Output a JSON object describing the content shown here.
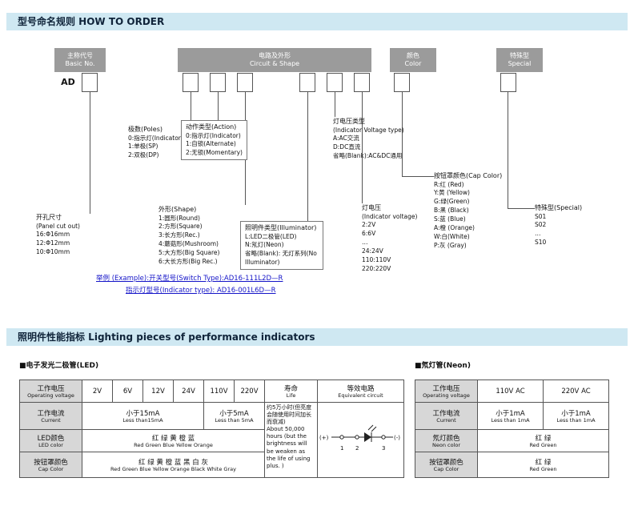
{
  "colors": {
    "header_bar_bg": "#cfe8f2",
    "diagram_box_gray": "#9b9b9b",
    "table_label_bg": "#d7d7d7",
    "example_link_blue": "#1414c8"
  },
  "section1": {
    "title": "型号命名规则  HOW TO ORDER"
  },
  "section2": {
    "title": "照明件性能指标  Lighting pieces of performance indicators"
  },
  "diagram": {
    "basic": {
      "zh": "主称代号",
      "en": "Basic No.",
      "code": "AD"
    },
    "circuit": {
      "zh": "电路及外形",
      "en": "Circuit  & Shape"
    },
    "color": {
      "zh": "颜色",
      "en": "Color"
    },
    "special": {
      "zh": "特殊型",
      "en": "Special"
    },
    "poles": {
      "title": "极数(Poles)",
      "items": [
        "0:指示灯(Indicator)",
        "1:单极(SP)",
        "2:双极(DP)"
      ]
    },
    "action": {
      "title": "动作类型(Action)",
      "items": [
        "0:指示灯(Indicator)",
        "1:自锁(Alternate)",
        "2:无锁(Momentary)"
      ]
    },
    "voltage_type": {
      "title": "灯电压类型",
      "sub": "(Indicator Voltage type)",
      "items": [
        "A:AC交流",
        "D:DC直流",
        "省略(Blank):AC&DC通用"
      ]
    },
    "shape": {
      "title": "外形(Shape)",
      "items": [
        "1:圆形(Round)",
        "2:方形(Square)",
        "3:长方形(Rec.)",
        "4:蘑菇形(Mushroom)",
        "5:大方形(Big Square)",
        "6:大长方形(Big Rec.)"
      ]
    },
    "illuminator": {
      "title": "照明件类型(Illuminator)",
      "items": [
        "L:LED二极管(LED)",
        "N:氖灯(Neon)",
        "省略(Blank): 无灯系列(No Illuminator)"
      ]
    },
    "voltage": {
      "title": "灯电压",
      "sub": "(Indicator voltage)",
      "items": [
        "2:2V",
        "6:6V",
        "…",
        "24:24V",
        "110:110V",
        "220:220V"
      ]
    },
    "cap_color": {
      "title": "按钮罩颜色(Cap Color)",
      "items": [
        "R:红 (Red)",
        "Y:黄 (Yellow)",
        "G:绿(Green)",
        "B:黑 (Black)",
        "S:蓝 (Blue)",
        "A:橙 (Orange)",
        "W:白(White)",
        "P:灰 (Gray)"
      ]
    },
    "special_types": {
      "title": "特殊型(Special)",
      "items": [
        "S01",
        "S02",
        "…",
        "S10"
      ]
    },
    "panel_cutout": {
      "title": "开孔尺寸",
      "sub": "(Panel cut out)",
      "items": [
        "16:Φ16mm",
        "12:Φ12mm",
        "10:Φ10mm"
      ]
    },
    "example1": "举例 (Example):开关型号(Switch Type):AD16-111L2D—R",
    "example2": "指示灯型号(Indicator type):  AD16-001L6D—R"
  },
  "led": {
    "label": "■电子发光二极管(LED)",
    "h_voltage": {
      "zh": "工作电压",
      "en": "Operating voltage"
    },
    "h_current": {
      "zh": "工作电流",
      "en": "Current"
    },
    "h_led_color": {
      "zh": "LED颜色",
      "en": "LED color"
    },
    "h_cap_color": {
      "zh": "按钮罩颜色",
      "en": "Cap Color"
    },
    "h_life": {
      "zh": "寿命",
      "en": "Life"
    },
    "h_circuit": {
      "zh": "等效电路",
      "en": "Equivalent circuit"
    },
    "voltages": [
      "2V",
      "6V",
      "12V",
      "24V",
      "110V",
      "220V"
    ],
    "current_low": {
      "zh": "小于15mA",
      "en": "Less than15mA"
    },
    "current_high": {
      "zh": "小于5mA",
      "en": "Less than 5mA"
    },
    "led_colors": {
      "zh": "红 绿 黄 橙 蓝",
      "en": "Red  Green Blue Yellow Orange"
    },
    "cap_colors": {
      "zh": "红 绿 黄 橙 蓝 黑 白 灰",
      "en": "Red  Green Blue Yellow Orange Black White Gray"
    },
    "life_zh": "约5万小时(但亮度会随使用时间加长而衰减)",
    "life_en": "About 50,000 hours (but the brightness will be weaken as the life of using plus. )",
    "circuit": {
      "plus": "(+)",
      "minus": "(-)",
      "terminals": [
        "1",
        "2",
        "3"
      ]
    }
  },
  "neon": {
    "label": "■氖灯管(Neon)",
    "h_voltage": {
      "zh": "工作电压",
      "en": "Operating voltage"
    },
    "h_current": {
      "zh": "工作电流",
      "en": "Current"
    },
    "h_neon_color": {
      "zh": "氖灯颜色",
      "en": "Neon color"
    },
    "h_cap_color": {
      "zh": "按钮罩颜色",
      "en": "Cap Color"
    },
    "voltages": [
      "110V AC",
      "220V AC"
    ],
    "current": {
      "zh": "小于1mA",
      "en": "Less than 1mA"
    },
    "neon_colors": {
      "zh": "红  绿",
      "en": "Red  Green"
    },
    "cap_colors": {
      "zh": "红  绿",
      "en": "Red  Green"
    }
  }
}
